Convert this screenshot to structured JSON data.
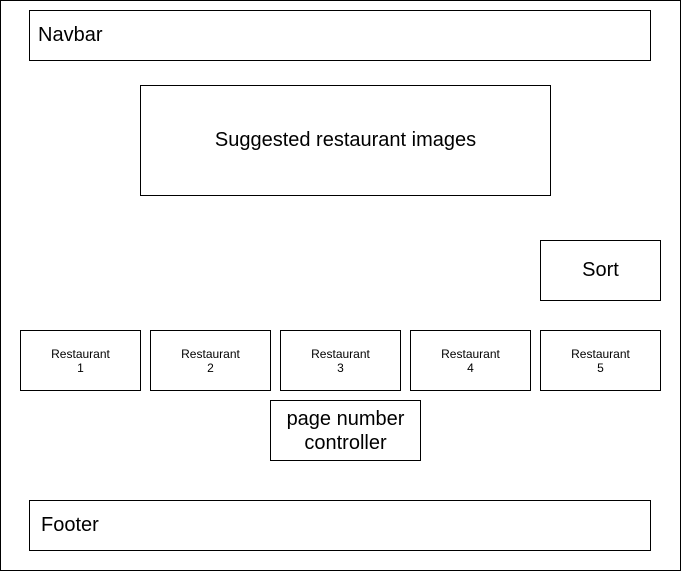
{
  "navbar": {
    "label": "Navbar"
  },
  "hero": {
    "label": "Suggested restaurant images"
  },
  "sort": {
    "label": "Sort"
  },
  "restaurants": [
    {
      "line1": "Restaurant",
      "line2": "1"
    },
    {
      "line1": "Restaurant",
      "line2": "2"
    },
    {
      "line1": "Restaurant",
      "line2": "3"
    },
    {
      "line1": "Restaurant",
      "line2": "4"
    },
    {
      "line1": "Restaurant",
      "line2": "5"
    }
  ],
  "pager": {
    "line1": "page number",
    "line2": "controller"
  },
  "footer": {
    "label": "Footer"
  }
}
